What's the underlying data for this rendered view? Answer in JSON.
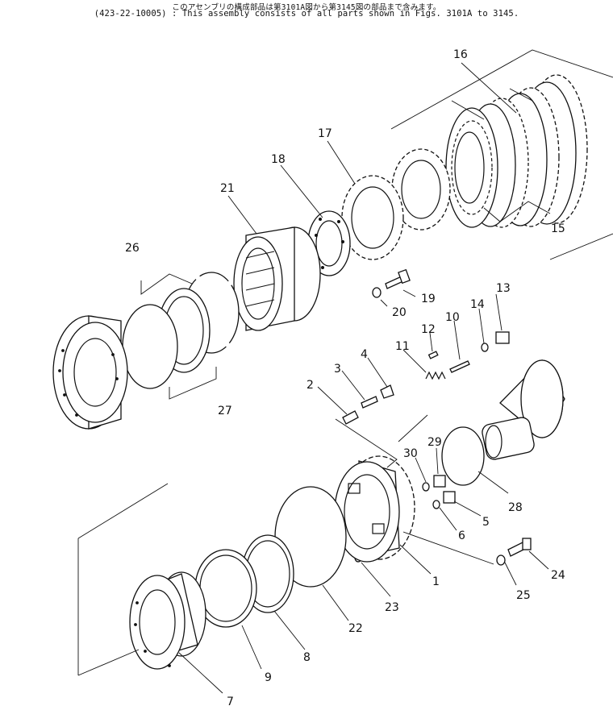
{
  "header": {
    "line1": "このアセンブリの構成部品は第3101A図から第3145図の部品まで含みます。",
    "line2": "(423-22-10005) : This assembly consists of all parts shown in Figs. 3101A to 3145."
  },
  "callouts": {
    "c1": "1",
    "c2": "2",
    "c3": "3",
    "c4": "4",
    "c5": "5",
    "c6": "6",
    "c7": "7",
    "c8": "8",
    "c9": "9",
    "c10": "10",
    "c11": "11",
    "c12": "12",
    "c13": "13",
    "c14": "14",
    "c15": "15",
    "c16": "16",
    "c17": "17",
    "c18": "18",
    "c19": "19",
    "c20": "20",
    "c21": "21",
    "c22": "22",
    "c23": "23",
    "c24": "24",
    "c25": "25",
    "c26": "26",
    "c27": "27",
    "c28": "28",
    "c29": "29",
    "c30": "30"
  }
}
